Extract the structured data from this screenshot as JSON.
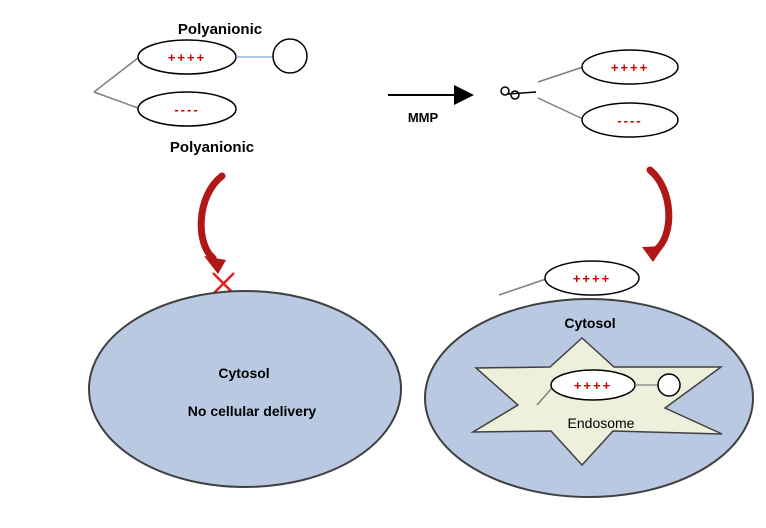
{
  "left_panel": {
    "top_label": "Polyanionic",
    "bottom_label": "Polyanionic",
    "positive_charge": "++++",
    "negative_charge": "----",
    "cell_label": "Cytosol",
    "cell_sublabel": "No cellular delivery"
  },
  "middle": {
    "arrow_label": "MMP"
  },
  "right_panel": {
    "cleaved_positive": "++++",
    "cleaved_negative": "----",
    "entering_positive": "++++",
    "cell_label": "Cytosol",
    "inner_positive": "++++",
    "endosome_label": "Endosome"
  },
  "colors": {
    "cell_fill": "#b8c9e1",
    "endosome_fill": "#eef0dc",
    "charge_red": "#cc0000",
    "arrow_red": "#b01818"
  }
}
